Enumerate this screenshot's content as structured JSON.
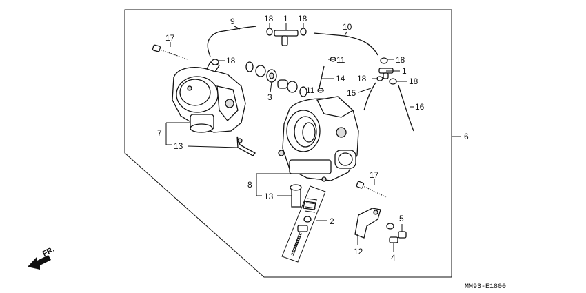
{
  "diagram": {
    "callouts": {
      "c1_top": "1",
      "c1_right": "1",
      "c2": "2",
      "c3": "3",
      "c4": "4",
      "c5": "5",
      "c6": "6",
      "c7": "7",
      "c8": "8",
      "c9": "9",
      "c10": "10",
      "c11_upper": "11",
      "c11_lower": "11",
      "c12": "12",
      "c13_left": "13",
      "c13_right": "13",
      "c14": "14",
      "c15": "15",
      "c16": "16",
      "c17_left": "17",
      "c17_right": "17",
      "c18_a": "18",
      "c18_b": "18",
      "c18_c": "18",
      "c18_d": "18",
      "c18_e": "18",
      "c18_f": "18"
    },
    "direction_label": "FR.",
    "drawing_code": "MM93-E1800"
  }
}
